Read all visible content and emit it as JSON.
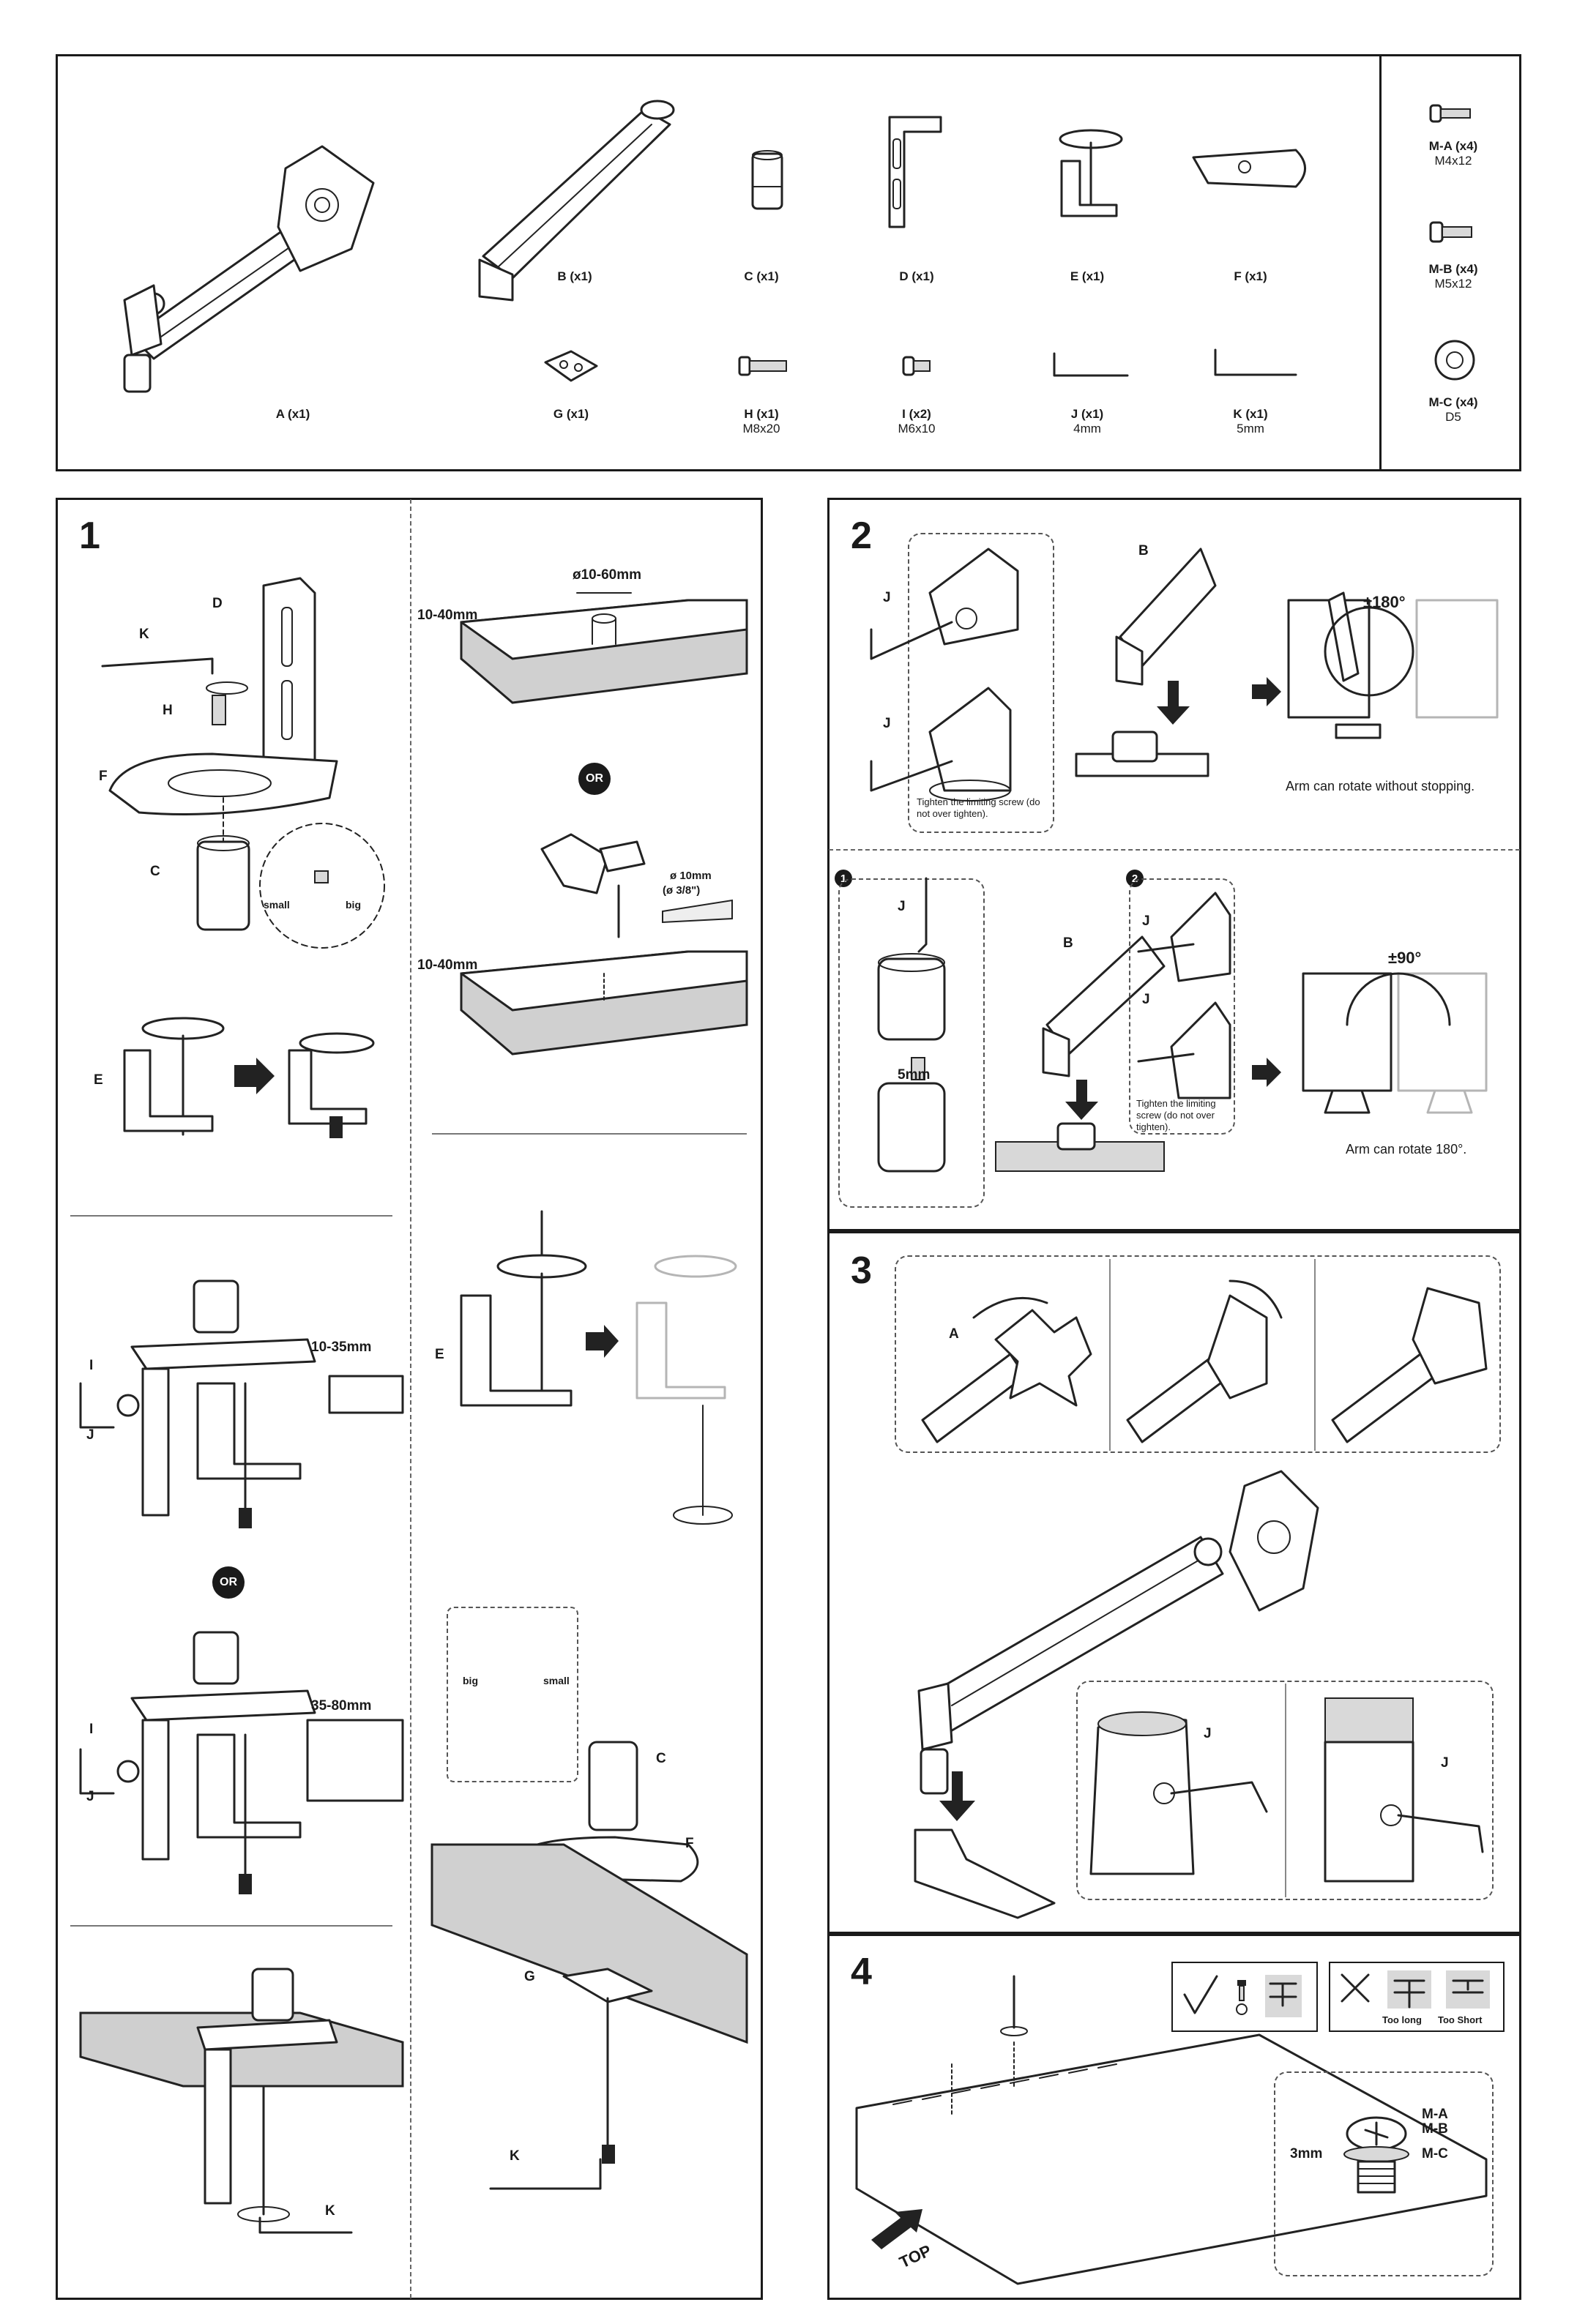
{
  "parts": [
    {
      "id": "A",
      "label": "A (x1)",
      "spec": ""
    },
    {
      "id": "B",
      "label": "B (x1)",
      "spec": ""
    },
    {
      "id": "C",
      "label": "C (x1)",
      "spec": ""
    },
    {
      "id": "D",
      "label": "D (x1)",
      "spec": ""
    },
    {
      "id": "E",
      "label": "E (x1)",
      "spec": ""
    },
    {
      "id": "F",
      "label": "F (x1)",
      "spec": ""
    },
    {
      "id": "G",
      "label": "G (x1)",
      "spec": ""
    },
    {
      "id": "H",
      "label": "H (x1)",
      "spec": "M8x20"
    },
    {
      "id": "I",
      "label": "I (x2)",
      "spec": "M6x10"
    },
    {
      "id": "J",
      "label": "J (x1)",
      "spec": "4mm"
    },
    {
      "id": "K",
      "label": "K (x1)",
      "spec": "5mm"
    }
  ],
  "hardware": [
    {
      "label": "M-A (x4)",
      "spec": "M4x12"
    },
    {
      "label": "M-B (x4)",
      "spec": "M5x12"
    },
    {
      "label": "M-C (x4)",
      "spec": "D5"
    }
  ],
  "step1": {
    "number": "1",
    "labels": {
      "D": "D",
      "K": "K",
      "H": "H",
      "F": "F",
      "C": "C",
      "small": "small",
      "big": "big",
      "E": "E",
      "I": "I",
      "J": "J",
      "G": "G"
    },
    "clamp_range_1": "10-35mm",
    "clamp_range_2": "35-80mm",
    "desk_thickness_1": "10-40mm",
    "hole_size": "ø10-60mm",
    "desk_thickness_2": "10-40mm",
    "drill_size": "ø 10mm",
    "drill_size_imperial": "(ø 3/8\")",
    "or": "OR"
  },
  "step2": {
    "number": "2",
    "label_J": "J",
    "label_B": "B",
    "rotation": "±180°",
    "tighten_note": "Tighten the limiting screw (do not over tighten).",
    "caption_full": "Arm can rotate without stopping.",
    "sub1": "1",
    "sub2": "2",
    "gap": "5mm",
    "rotation_limited": "±90°",
    "caption_limited": "Arm can rotate 180°."
  },
  "step3": {
    "number": "3",
    "label_A": "A",
    "label_J": "J"
  },
  "step4": {
    "number": "4",
    "too_long": "Too long",
    "too_short": "Too Short",
    "label_MA": "M-A",
    "label_MB": "M-B",
    "label_MC": "M-C",
    "depth": "3mm",
    "top": "TOP"
  }
}
